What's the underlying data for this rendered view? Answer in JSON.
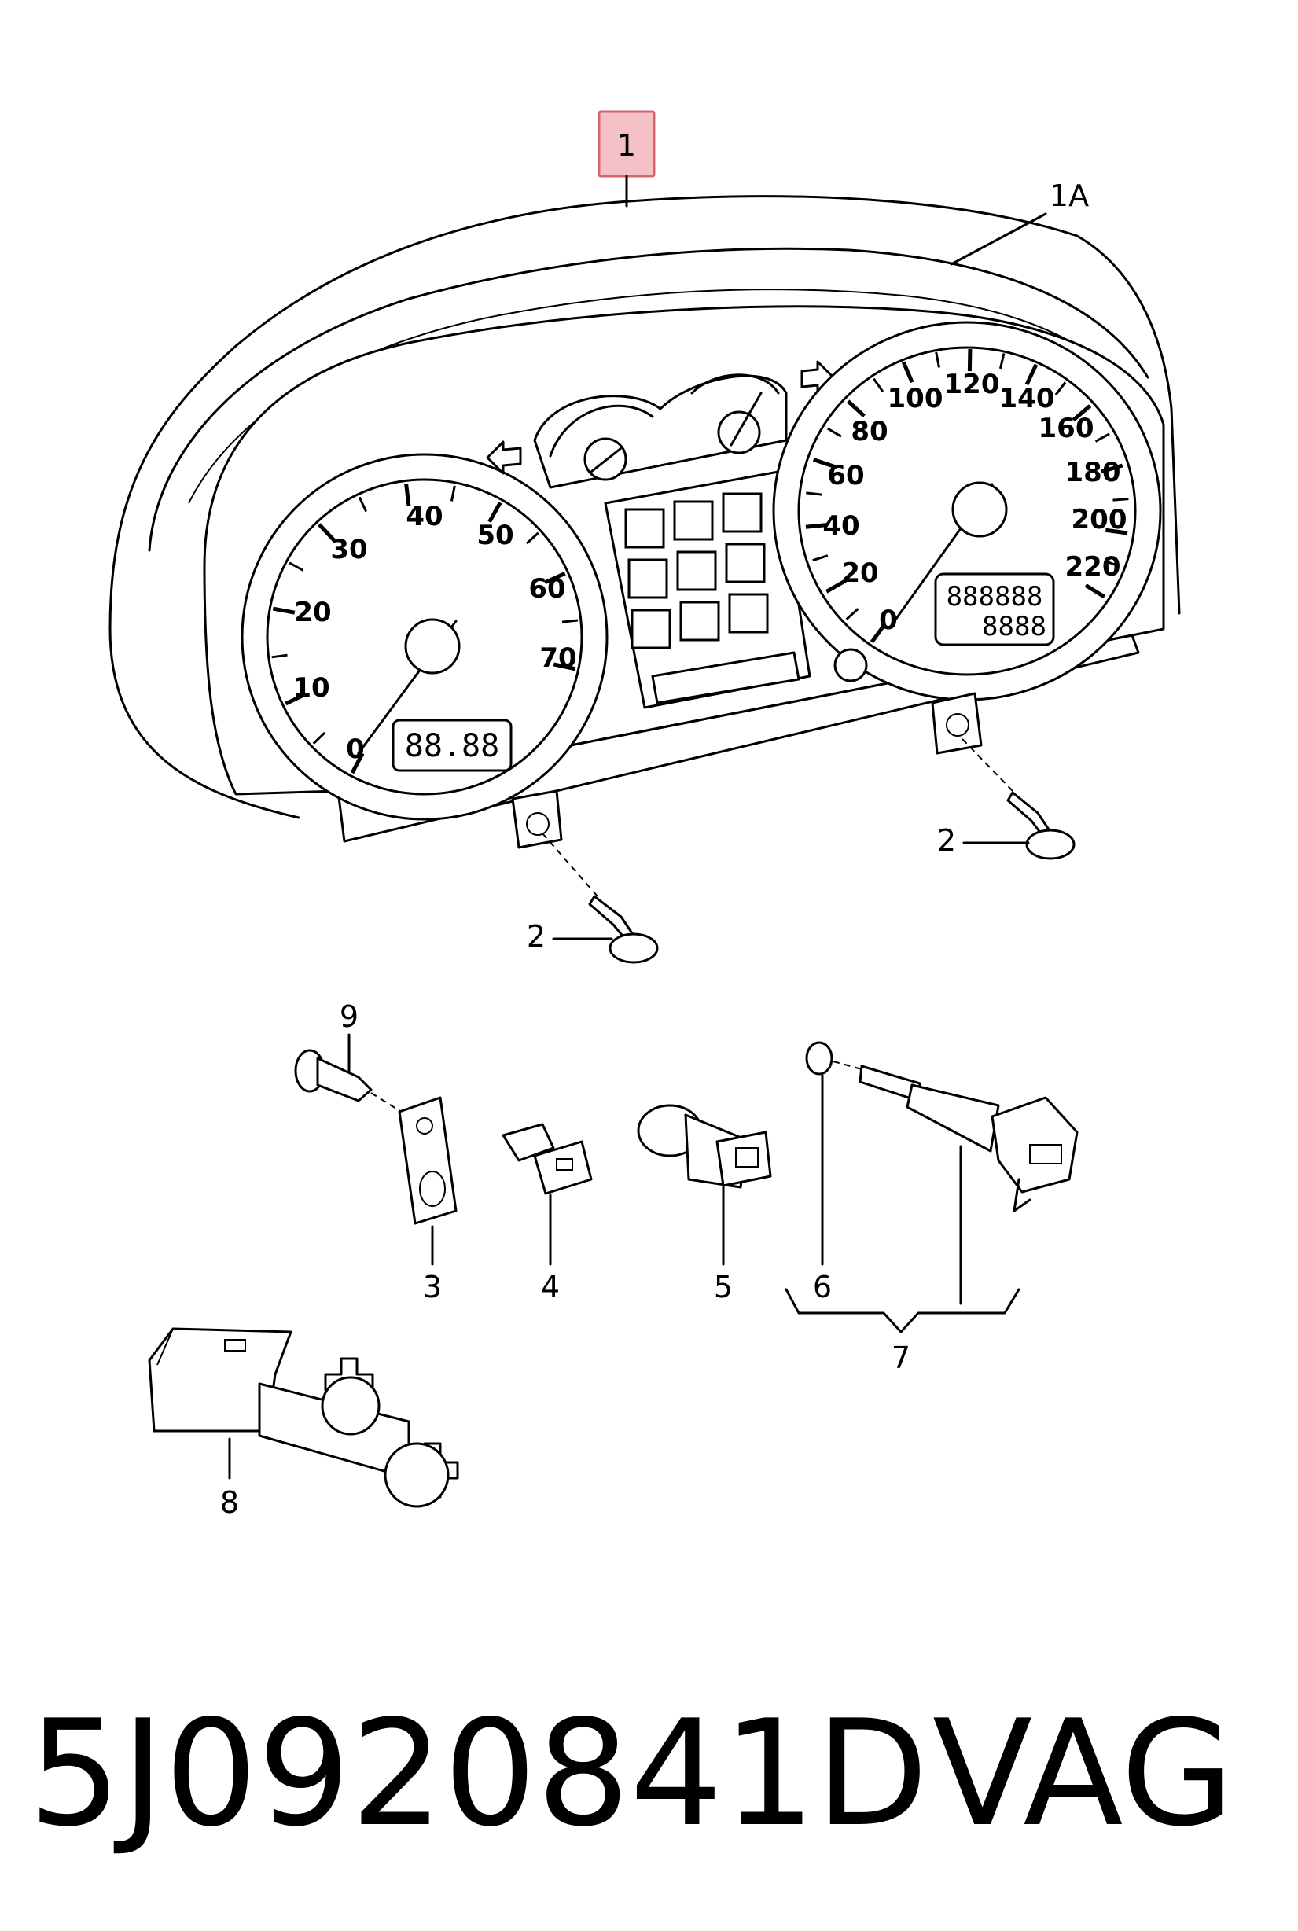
{
  "highlight_color": "#f4c2c6",
  "highlight_border": "#d9646e",
  "callouts": {
    "c1": "1",
    "c1a": "1A",
    "c2_left": "2",
    "c2_right": "2",
    "c3": "3",
    "c4": "4",
    "c5": "5",
    "c6": "6",
    "c7": "7",
    "c8": "8",
    "c9": "9"
  },
  "left_gauge": {
    "ticks": [
      "0",
      "10",
      "20",
      "30",
      "40",
      "50",
      "60",
      "70"
    ],
    "display": "88.88"
  },
  "right_gauge": {
    "ticks": [
      "0",
      "20",
      "40",
      "60",
      "80",
      "100",
      "120",
      "140",
      "160",
      "180",
      "200",
      "220"
    ],
    "display_top": "888888",
    "display_bottom": "8888"
  },
  "footer": {
    "part_number": "5J0920841D",
    "brand": "VAG"
  }
}
